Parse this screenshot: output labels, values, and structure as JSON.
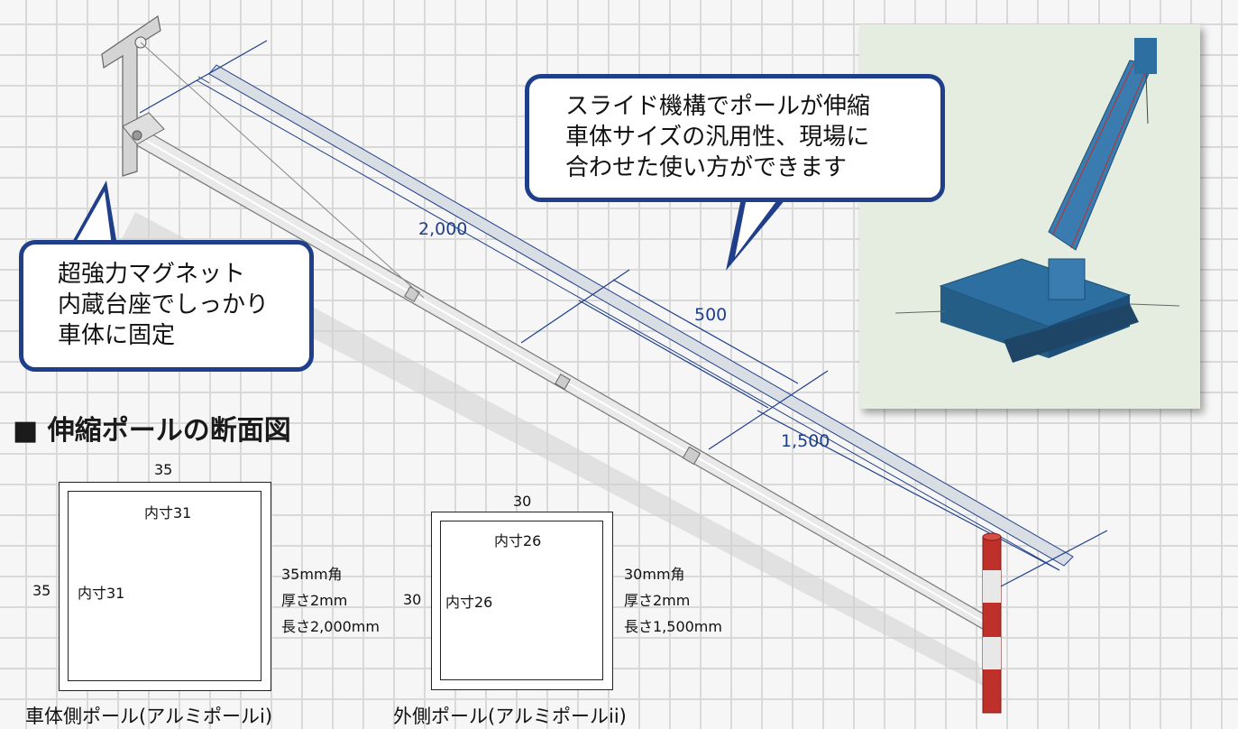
{
  "callouts": {
    "slide": [
      "スライド機構でポールが伸縮",
      "車体サイズの汎用性、現場に",
      "合わせた使い方ができます"
    ],
    "magnet": [
      "超強力マグネット",
      "内蔵台座でしっかり",
      "車体に固定"
    ]
  },
  "dimensions": {
    "total": "2,000",
    "inner": "500",
    "outer": "1,500"
  },
  "section_title": "■ 伸縮ポールの断面図",
  "cross_sections": [
    {
      "width": "35",
      "height": "35",
      "inner_w": "内寸31",
      "inner_h": "内寸31",
      "spec": [
        "35mm角",
        "厚さ2mm",
        "長さ2,000mm"
      ],
      "caption": "車体側ポール(アルミポールi)"
    },
    {
      "width": "30",
      "height": "30",
      "inner_w": "内寸26",
      "inner_h": "内寸26",
      "spec": [
        "30mm角",
        "厚さ2mm",
        "長さ1,500mm"
      ],
      "caption": "外側ポール(アルミポールii)"
    }
  ],
  "colors": {
    "callout_border": "#1f3f8a",
    "dimension_line": "#1f3f8a",
    "pole_red": "#c0302a",
    "crane_blue": "#2c6fa0"
  }
}
